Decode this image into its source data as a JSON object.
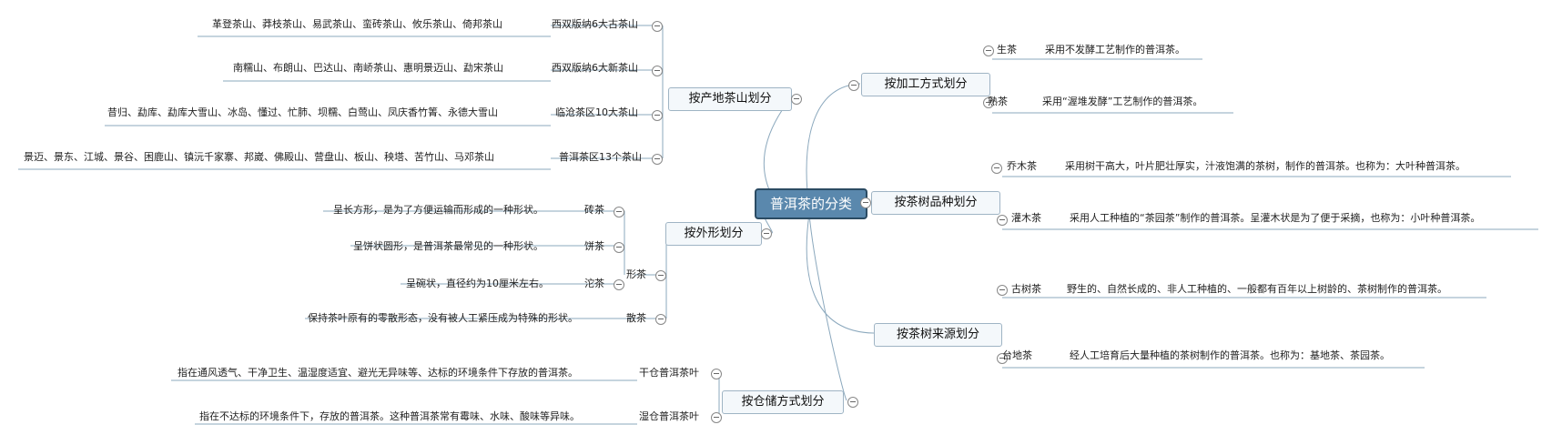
{
  "root": "普洱茶的分类",
  "branches": {
    "region": {
      "label": "按产地茶山划分",
      "items": [
        {
          "name": "西双版纳6大古茶山",
          "desc": "革登茶山、莽枝茶山、易武茶山、蛮砖茶山、攸乐茶山、倚邦茶山"
        },
        {
          "name": "西双版纳6大新茶山",
          "desc": "南糯山、布朗山、巴达山、南峤茶山、惠明景迈山、勐宋茶山"
        },
        {
          "name": "临沧茶区10大茶山",
          "desc": "昔归、勐库、勐库大雪山、冰岛、懂过、忙肺、坝糯、白莺山、凤庆香竹箐、永德大雪山"
        },
        {
          "name": "普洱茶区13个茶山",
          "desc": "景迈、景东、江城、景谷、困鹿山、镇沅千家寨、邦崴、佛殿山、营盘山、板山、秧塔、苦竹山、马邓茶山"
        }
      ]
    },
    "shape": {
      "label": "按外形划分",
      "group": "形茶",
      "items": [
        {
          "name": "砖茶",
          "desc": "呈长方形，是为了方便运输而形成的一种形状。"
        },
        {
          "name": "饼茶",
          "desc": "呈饼状圆形，是普洱茶最常见的一种形状。"
        },
        {
          "name": "沱茶",
          "desc": "呈碗状，直径约为10厘米左右。"
        }
      ],
      "loose": {
        "name": "散茶",
        "desc": "保持茶叶原有的零散形态，没有被人工紧压成为特殊的形状。"
      }
    },
    "storage": {
      "label": "按仓储方式划分",
      "items": [
        {
          "name": "干仓普洱茶叶",
          "desc": "指在通风透气、干净卫生、温湿度适宜、避光无异味等、达标的环境条件下存放的普洱茶。"
        },
        {
          "name": "湿仓普洱茶叶",
          "desc": "指在不达标的环境条件下，存放的普洱茶。这种普洱茶常有霉味、水味、酸味等异味。"
        }
      ]
    },
    "process": {
      "label": "按加工方式划分",
      "items": [
        {
          "name": "生茶",
          "desc": "采用不发酵工艺制作的普洱茶。"
        },
        {
          "name": "熟茶",
          "desc": "采用“渥堆发酵”工艺制作的普洱茶。"
        }
      ]
    },
    "variety": {
      "label": "按茶树品种划分",
      "items": [
        {
          "name": "乔木茶",
          "desc": "采用树干高大，叶片肥壮厚实，汁液饱满的茶树，制作的普洱茶。也称为：大叶种普洱茶。"
        },
        {
          "name": "灌木茶",
          "desc": "采用人工种植的“茶园茶”制作的普洱茶。呈灌木状是为了便于采摘，也称为：小叶种普洱茶。"
        }
      ]
    },
    "source": {
      "label": "按茶树来源划分",
      "items": [
        {
          "name": "古树茶",
          "desc": "野生的、自然长成的、非人工种植的、一般都有百年以上树龄的、茶树制作的普洱茶。"
        },
        {
          "name": "台地茶",
          "desc": "经人工培育后大量种植的茶树制作的普洱茶。也称为：基地茶、茶园茶。"
        }
      ]
    }
  }
}
